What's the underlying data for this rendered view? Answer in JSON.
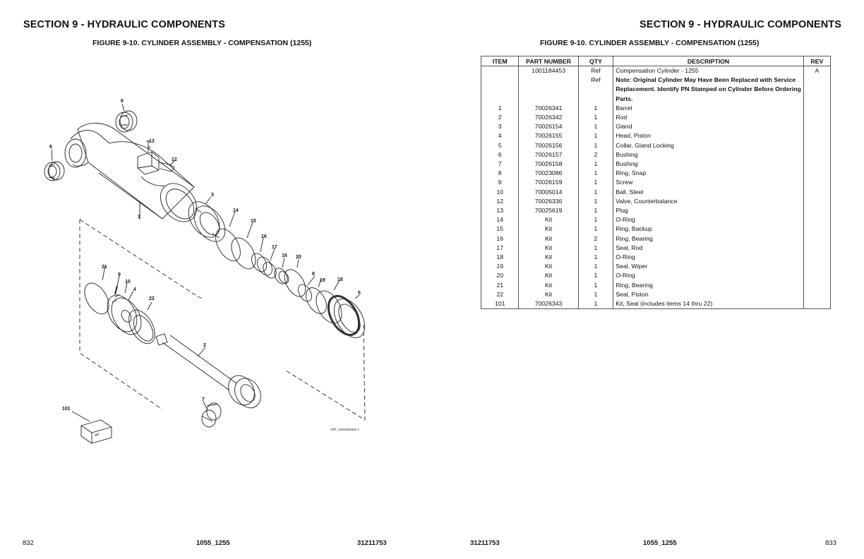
{
  "left_page": {
    "section_title": "SECTION 9 - HYDRAULIC COMPONENTS",
    "figure_title": "FIGURE 9-10. CYLINDER ASSEMBLY - COMPENSATION (1255)",
    "callouts": [
      "6",
      "13",
      "6",
      "12",
      "3",
      "1",
      "14",
      "15",
      "16",
      "17",
      "16",
      "20",
      "21",
      "9",
      "10",
      "4",
      "22",
      "8",
      "19",
      "18",
      "5",
      "2",
      "7",
      "101"
    ],
    "kit_label": "KIT",
    "art_code": "ART_1001184453-A",
    "footer": {
      "page_number": "832",
      "model": "1055_1255",
      "doc_number": "31211753"
    }
  },
  "right_page": {
    "section_title": "SECTION 9 - HYDRAULIC COMPONENTS",
    "figure_title": "FIGURE 9-10. CYLINDER ASSEMBLY - COMPENSATION (1255)",
    "table": {
      "headers": [
        "ITEM",
        "PART NUMBER",
        "QTY",
        "DESCRIPTION",
        "REV"
      ],
      "rows": [
        {
          "item": "",
          "part": "1001184453",
          "qty": "Ref",
          "desc": "Compensation Cylinder - 1255",
          "rev": "A"
        },
        {
          "item": "",
          "part": "",
          "qty": "Ref",
          "desc": "Note: Original Cylinder May Have Been Replaced with Service Replacement. Identify PN Stamped on Cylinder Before Ordering Parts.",
          "rev": ""
        },
        {
          "item": "1",
          "part": "70026341",
          "qty": "1",
          "desc": "Barrel",
          "rev": ""
        },
        {
          "item": "2",
          "part": "70026342",
          "qty": "1",
          "desc": "Rod",
          "rev": ""
        },
        {
          "item": "3",
          "part": "70026154",
          "qty": "1",
          "desc": "Gland",
          "rev": ""
        },
        {
          "item": "4",
          "part": "70026155",
          "qty": "1",
          "desc": "Head, Piston",
          "rev": ""
        },
        {
          "item": "5",
          "part": "70026156",
          "qty": "1",
          "desc": "Collar, Gland Locking",
          "rev": ""
        },
        {
          "item": "6",
          "part": "70026157",
          "qty": "2",
          "desc": "Bushing",
          "rev": ""
        },
        {
          "item": "7",
          "part": "70026158",
          "qty": "1",
          "desc": "Bushing",
          "rev": ""
        },
        {
          "item": "8",
          "part": "70023086",
          "qty": "1",
          "desc": "Ring, Snap",
          "rev": ""
        },
        {
          "item": "9",
          "part": "70026159",
          "qty": "1",
          "desc": "Screw",
          "rev": ""
        },
        {
          "item": "10",
          "part": "70005014",
          "qty": "1",
          "desc": "Ball, Steel",
          "rev": ""
        },
        {
          "item": "12",
          "part": "70026336",
          "qty": "1",
          "desc": "Valve, Counterbalance",
          "rev": ""
        },
        {
          "item": "13",
          "part": "70025619",
          "qty": "1",
          "desc": "Plug",
          "rev": ""
        },
        {
          "item": "14",
          "part": "Kit",
          "qty": "1",
          "desc": "O-Ring",
          "rev": ""
        },
        {
          "item": "15",
          "part": "Kit",
          "qty": "1",
          "desc": "Ring, Backup",
          "rev": ""
        },
        {
          "item": "16",
          "part": "Kit",
          "qty": "2",
          "desc": "Ring, Bearing",
          "rev": ""
        },
        {
          "item": "17",
          "part": "Kit",
          "qty": "1",
          "desc": "Seal, Rod",
          "rev": ""
        },
        {
          "item": "18",
          "part": "Kit",
          "qty": "1",
          "desc": "O-Ring",
          "rev": ""
        },
        {
          "item": "19",
          "part": "Kit",
          "qty": "1",
          "desc": "Seal, Wiper",
          "rev": ""
        },
        {
          "item": "20",
          "part": "Kit",
          "qty": "1",
          "desc": "O-Ring",
          "rev": ""
        },
        {
          "item": "21",
          "part": "Kit",
          "qty": "1",
          "desc": "Ring, Bearing",
          "rev": ""
        },
        {
          "item": "22",
          "part": "Kit",
          "qty": "1",
          "desc": "Seal, Piston",
          "rev": ""
        },
        {
          "item": "101",
          "part": "70026343",
          "qty": "1",
          "desc": "Kit, Seal (includes items 14 thru 22)",
          "rev": ""
        }
      ]
    },
    "footer": {
      "doc_number": "31211753",
      "model": "1055_1255",
      "page_number": "833"
    }
  }
}
